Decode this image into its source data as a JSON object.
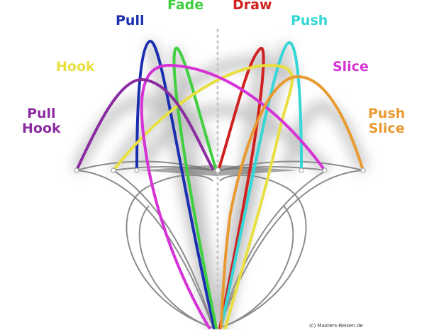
{
  "labels": {
    "pull": "Pull",
    "fade": "Fade",
    "draw": "Draw",
    "push": "Push",
    "hook": "Hook",
    "slice": "Slice",
    "pull_hook": [
      "Pull",
      "Hook"
    ],
    "push_slice": [
      "Push",
      "Slice"
    ]
  },
  "colors": {
    "pull": "#1a2fb0",
    "fade": "#3fcf3f",
    "draw": "#d02020",
    "push": "#35d6d6",
    "hook": "#e8e040",
    "slice": "#d632d6",
    "pull_hook": "#8a2ca0",
    "push_slice": "#e89a30"
  },
  "copyright": "(c) Masters-Reisen.de"
}
